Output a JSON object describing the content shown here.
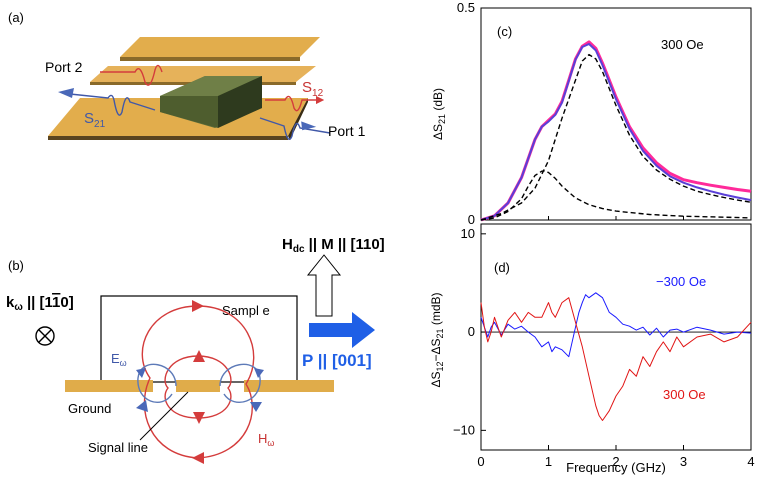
{
  "panels": {
    "a": {
      "label": "(a)",
      "port2": "Port 2",
      "port1": "Port 1",
      "s21_main": "S",
      "s21_sub": "21",
      "s12_main": "S",
      "s12_sub": "12"
    },
    "b": {
      "label": "(b)",
      "k_label_main": "k",
      "k_label_sub": "ω",
      "k_label_rest": " || [1",
      "k_label_bar": "1",
      "k_label_end": "0]",
      "hdc_main": "H",
      "hdc_sub": "dc",
      "hdc_rest": " || M || [110]",
      "sample": "Sampl e",
      "e_main": "E",
      "e_sub": "ω",
      "h_main": "H",
      "h_sub": "ω",
      "polarization": "P || [001]",
      "ground": "Ground",
      "signal_line": "Signal line",
      "colors": {
        "plate": "#e0ac4a",
        "field": "#d43c3c",
        "efield": "#5d7ab8",
        "arrow": "#1f5fe6"
      }
    },
    "c": {
      "label": "(c)",
      "field_label": "300 Oe"
    },
    "d": {
      "label": "(d)",
      "field_neg": "−300 Oe",
      "field_pos": "300 Oe"
    }
  },
  "chart_data": [
    {
      "type": "line",
      "panel": "c",
      "ylabel_main": "ΔS",
      "ylabel_sub": "21",
      "ylabel_unit": " (dB)",
      "xlim": [
        0,
        4
      ],
      "ylim": [
        0,
        0.5
      ],
      "yticks": [
        "0",
        "0.5"
      ],
      "ytick_values": [
        0,
        0.5
      ],
      "series": [
        {
          "kind": "measured",
          "color": "#ff2a9a",
          "x": [
            0,
            0.2,
            0.4,
            0.6,
            0.8,
            0.9,
            1.0,
            1.1,
            1.2,
            1.3,
            1.4,
            1.5,
            1.6,
            1.7,
            1.8,
            1.9,
            2.0,
            2.2,
            2.4,
            2.6,
            2.8,
            3.0,
            3.2,
            3.4,
            3.6,
            3.8,
            4.0
          ],
          "y": [
            0,
            0.01,
            0.04,
            0.1,
            0.19,
            0.22,
            0.235,
            0.25,
            0.28,
            0.33,
            0.38,
            0.41,
            0.42,
            0.405,
            0.37,
            0.33,
            0.29,
            0.22,
            0.17,
            0.135,
            0.11,
            0.095,
            0.088,
            0.082,
            0.077,
            0.072,
            0.068
          ]
        },
        {
          "kind": "fit",
          "color": "#5a3fd8",
          "x": [
            0,
            0.2,
            0.4,
            0.6,
            0.8,
            0.9,
            1.0,
            1.1,
            1.2,
            1.3,
            1.4,
            1.5,
            1.6,
            1.7,
            1.8,
            1.9,
            2.0,
            2.2,
            2.4,
            2.6,
            2.8,
            3.0,
            3.2,
            3.4,
            3.6,
            3.8,
            4.0
          ],
          "y": [
            0,
            0.01,
            0.04,
            0.1,
            0.19,
            0.22,
            0.232,
            0.248,
            0.277,
            0.328,
            0.378,
            0.408,
            0.415,
            0.4,
            0.365,
            0.325,
            0.285,
            0.215,
            0.163,
            0.128,
            0.103,
            0.088,
            0.077,
            0.068,
            0.06,
            0.053,
            0.047
          ]
        },
        {
          "kind": "component-main",
          "color": "#000000",
          "dashed": true,
          "x": [
            0,
            0.3,
            0.6,
            0.8,
            1.0,
            1.2,
            1.4,
            1.5,
            1.6,
            1.7,
            1.8,
            2.0,
            2.2,
            2.4,
            2.6,
            2.8,
            3.0,
            3.2,
            3.4,
            3.6,
            3.8,
            4.0
          ],
          "y": [
            0,
            0.015,
            0.04,
            0.075,
            0.14,
            0.24,
            0.33,
            0.375,
            0.39,
            0.38,
            0.35,
            0.27,
            0.2,
            0.15,
            0.118,
            0.096,
            0.08,
            0.068,
            0.06,
            0.053,
            0.047,
            0.042
          ]
        },
        {
          "kind": "component-low",
          "color": "#000000",
          "dashed": true,
          "x": [
            0,
            0.2,
            0.4,
            0.6,
            0.7,
            0.8,
            0.9,
            0.95,
            1.0,
            1.1,
            1.2,
            1.4,
            1.6,
            1.8,
            2.0,
            2.5,
            3.0,
            3.5,
            4.0
          ],
          "y": [
            0,
            0.005,
            0.02,
            0.05,
            0.08,
            0.105,
            0.115,
            0.116,
            0.112,
            0.098,
            0.08,
            0.052,
            0.036,
            0.027,
            0.021,
            0.013,
            0.009,
            0.007,
            0.005
          ]
        }
      ]
    },
    {
      "type": "line",
      "panel": "d",
      "ylabel_main": "ΔS",
      "ylabel_sub1": "12",
      "ylabel_mid": "−ΔS",
      "ylabel_sub2": "21",
      "ylabel_unit": " (mdB)",
      "xlabel": "Frequency (GHz)",
      "xlim": [
        0,
        4
      ],
      "ylim": [
        -12,
        11
      ],
      "xticks": [
        "0",
        "1",
        "2",
        "3",
        "4"
      ],
      "xtick_values": [
        0,
        1,
        2,
        3,
        4
      ],
      "yticks": [
        "10",
        "0",
        "−10"
      ],
      "ytick_values": [
        10,
        0,
        -10
      ],
      "series": [
        {
          "name": "−300 Oe",
          "color": "#1a1aff",
          "x": [
            0,
            0.05,
            0.1,
            0.15,
            0.2,
            0.3,
            0.4,
            0.5,
            0.6,
            0.7,
            0.8,
            0.9,
            1.0,
            1.05,
            1.1,
            1.2,
            1.3,
            1.4,
            1.45,
            1.5,
            1.55,
            1.6,
            1.7,
            1.8,
            1.9,
            2.0,
            2.1,
            2.2,
            2.3,
            2.4,
            2.5,
            2.6,
            2.7,
            2.8,
            2.9,
            3.0,
            3.2,
            3.4,
            3.6,
            3.8,
            4.0
          ],
          "y": [
            1.5,
            0.5,
            -0.5,
            0.5,
            1.0,
            -0.3,
            0.8,
            0.3,
            0.6,
            0.0,
            -0.5,
            -1.5,
            -1.0,
            -2.0,
            -1.5,
            -1.8,
            -2.5,
            0.5,
            2.0,
            3.0,
            3.8,
            3.5,
            4.0,
            3.5,
            2.0,
            1.5,
            0.8,
            0.6,
            0.2,
            0.5,
            -0.3,
            0.4,
            -0.5,
            0.2,
            0.3,
            0.0,
            0.5,
            0.2,
            -0.2,
            0.0,
            -0.1
          ]
        },
        {
          "name": "300 Oe",
          "color": "#e11515",
          "x": [
            0,
            0.05,
            0.1,
            0.15,
            0.2,
            0.3,
            0.4,
            0.5,
            0.6,
            0.7,
            0.8,
            0.9,
            1.0,
            1.05,
            1.1,
            1.2,
            1.3,
            1.4,
            1.5,
            1.6,
            1.7,
            1.75,
            1.8,
            1.9,
            2.0,
            2.1,
            2.2,
            2.3,
            2.4,
            2.5,
            2.6,
            2.7,
            2.8,
            2.9,
            3.0,
            3.2,
            3.4,
            3.6,
            3.8,
            4.0
          ],
          "y": [
            3.0,
            0.5,
            -1.0,
            0.0,
            1.5,
            -0.5,
            1.2,
            2.0,
            1.0,
            2.0,
            1.5,
            1.5,
            3.0,
            2.0,
            1.5,
            3.0,
            3.5,
            1.0,
            -1.5,
            -4.5,
            -7.5,
            -8.5,
            -9.0,
            -8.0,
            -6.5,
            -5.5,
            -3.8,
            -4.5,
            -2.5,
            -3.5,
            -2.0,
            -1.0,
            -2.0,
            -0.5,
            -1.5,
            -0.5,
            -0.2,
            -1.0,
            -0.5,
            1.0
          ]
        }
      ]
    }
  ]
}
